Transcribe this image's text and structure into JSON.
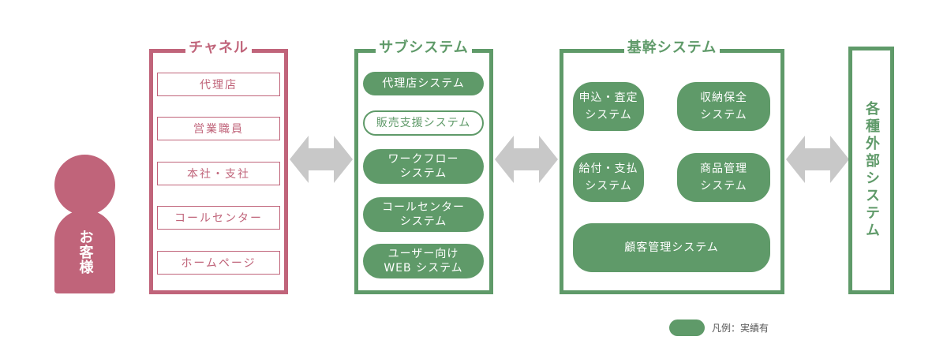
{
  "customer": {
    "label": "お客様"
  },
  "channel": {
    "title": "チャネル",
    "items": [
      "代理店",
      "営業職員",
      "本社・支社",
      "コールセンター",
      "ホームページ"
    ]
  },
  "subsystem": {
    "title": "サブシステム",
    "items": [
      {
        "label": "代理店システム",
        "filled": true
      },
      {
        "label": "販売支援システム",
        "filled": false
      },
      {
        "label": "ワークフロー\nシステム",
        "filled": true
      },
      {
        "label": "コールセンター\nシステム",
        "filled": true
      },
      {
        "label": "ユーザー向け\nWEB システム",
        "filled": true
      }
    ]
  },
  "core": {
    "title": "基幹システム",
    "items": [
      "申込・査定\nシステム",
      "収納保全\nシステム",
      "給付・支払\nシステム",
      "商品管理\nシステム",
      "顧客管理システム"
    ]
  },
  "external": {
    "label": "各種外部システム"
  },
  "legend": {
    "label": "凡例：実績有"
  },
  "colors": {
    "channel": "#c0647a",
    "system": "#5f9a69",
    "arrow": "#c8c8c8"
  }
}
